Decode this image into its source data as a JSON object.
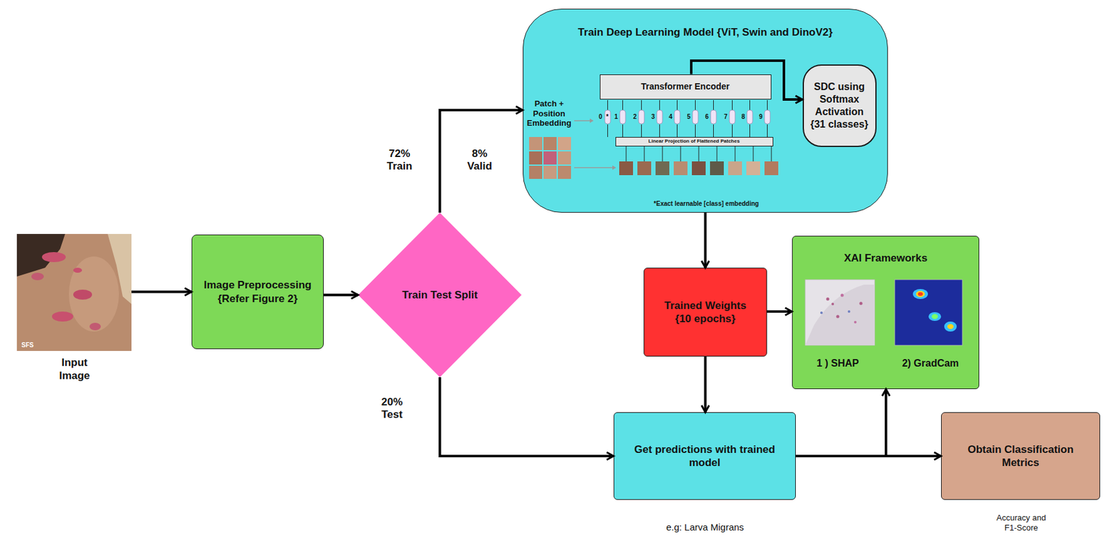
{
  "diagram": {
    "nodes": [
      {
        "text": [
          "Input Image"
        ]
      },
      {
        "text": [
          "Image Preprocessing {Refer Figure 2}"
        ]
      },
      {
        "text": [
          "Train Test Split"
        ]
      },
      {
        "text": [
          "Train Deep Learning Model {ViT, Swin and DinoV2}"
        ]
      },
      {
        "text": [
          "Transformer Encoder"
        ],
        "in": 3
      },
      {
        "text": [
          "Linear Projection of Flattened Patches"
        ],
        "in": 3
      },
      {
        "text": [
          "SDC using Softmax Activation {31 classes}"
        ],
        "in": 3
      },
      {
        "text": [
          "Trained Weights {10 epochs}"
        ]
      },
      {
        "text": [
          "XAI Frameworks",
          "1 ) SHAP",
          "2) GradCam"
        ]
      },
      {
        "text": [
          "Get predictions with trained model"
        ]
      },
      {
        "text": [
          "Obtain Classification Metrics",
          "Accuracy and F1-Score"
        ]
      }
    ],
    "edges": [
      {
        "from": 0,
        "to": 1,
        "arrow": "to"
      },
      {
        "from": 1,
        "to": 2,
        "arrow": "to"
      },
      {
        "from": 2,
        "to": 3,
        "label": "72% Train",
        "arrow": "to"
      },
      {
        "from": 2,
        "to": 9,
        "label": "20% Test",
        "arrow": "to"
      },
      {
        "from": 4,
        "to": 6,
        "arrow": "to"
      },
      {
        "from": 3,
        "to": 7,
        "arrow": "to"
      },
      {
        "from": 7,
        "to": 8,
        "arrow": "to"
      },
      {
        "from": 7,
        "to": 9,
        "arrow": "to"
      },
      {
        "from": 9,
        "to": 10,
        "arrow": "to"
      },
      {
        "from": 9,
        "to": 8,
        "arrow": "to"
      }
    ],
    "labels": [
      "8% Valid",
      "Patch + Position Embedding",
      "0",
      "*",
      "1",
      "2",
      "3",
      "4",
      "5",
      "6",
      "7",
      "8",
      "9",
      "*Exact learnable [class] embedding",
      "e.g: Larva Migrans",
      "SFS"
    ]
  }
}
